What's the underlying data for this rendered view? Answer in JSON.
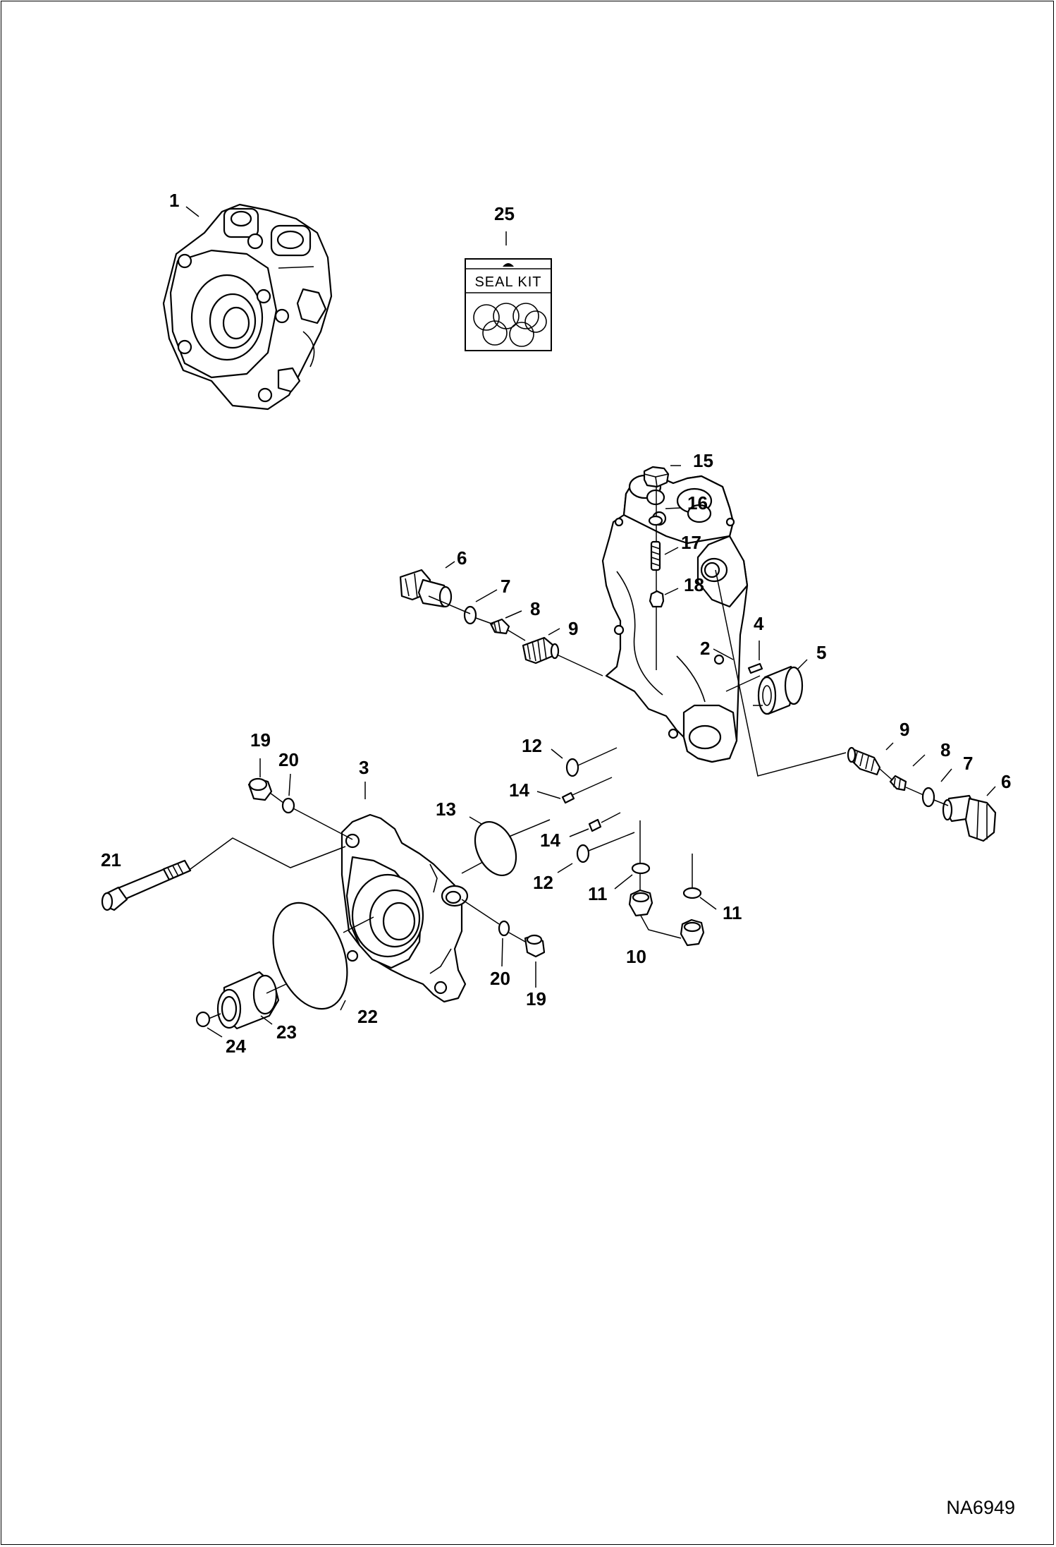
{
  "drawing_code": "NA6949",
  "seal_kit_label": "SEAL KIT",
  "callouts": {
    "c1": "1",
    "c2": "2",
    "c3": "3",
    "c4": "4",
    "c5": "5",
    "c6a": "6",
    "c6b": "6",
    "c7a": "7",
    "c7b": "7",
    "c8a": "8",
    "c8b": "8",
    "c9a": "9",
    "c9b": "9",
    "c10": "10",
    "c11a": "11",
    "c11b": "11",
    "c12a": "12",
    "c12b": "12",
    "c13": "13",
    "c14a": "14",
    "c14b": "14",
    "c15": "15",
    "c16": "16",
    "c17": "17",
    "c18": "18",
    "c19a": "19",
    "c19b": "19",
    "c20a": "20",
    "c20b": "20",
    "c21": "21",
    "c22": "22",
    "c23": "23",
    "c24": "24",
    "c25": "25"
  }
}
